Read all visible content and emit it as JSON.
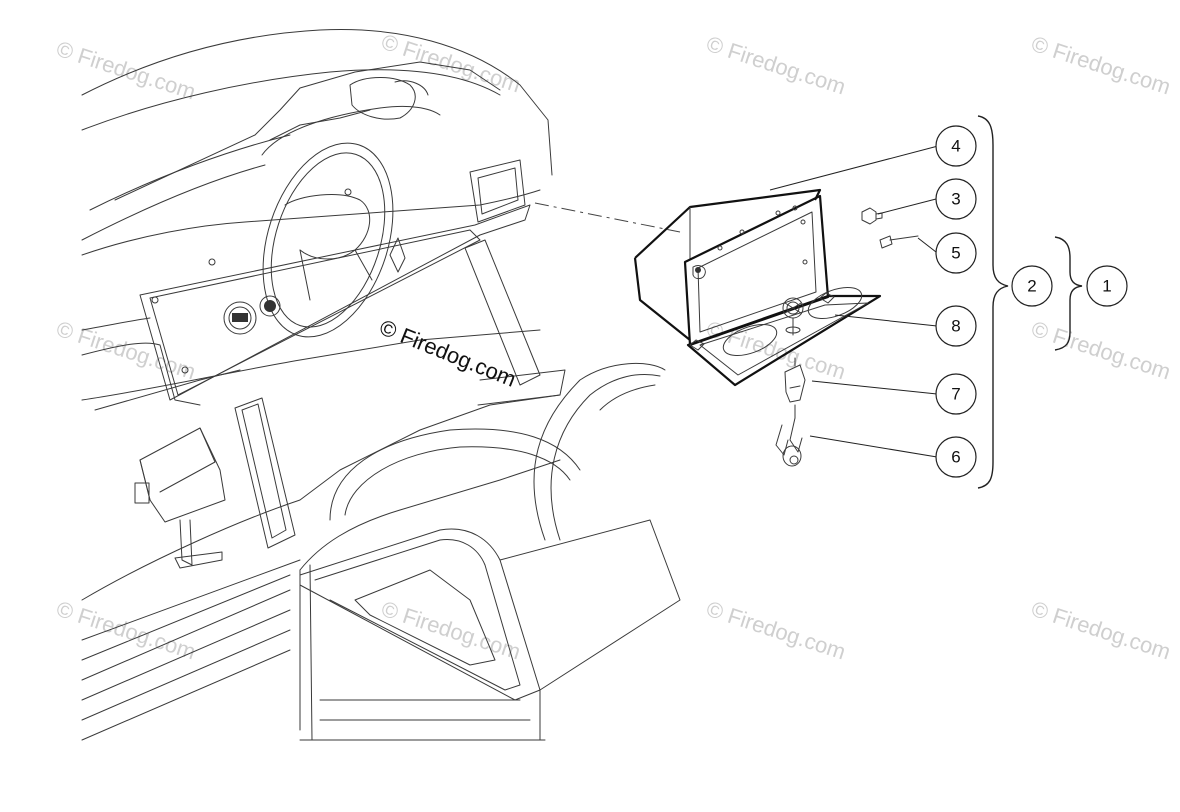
{
  "watermark": {
    "text": "© Firedog.com",
    "center_text": "© Firedog.com"
  },
  "callouts": [
    {
      "id": "4",
      "label": "4"
    },
    {
      "id": "3",
      "label": "3"
    },
    {
      "id": "5",
      "label": "5"
    },
    {
      "id": "8",
      "label": "8"
    },
    {
      "id": "7",
      "label": "7"
    },
    {
      "id": "6",
      "label": "6"
    },
    {
      "id": "2",
      "label": "2"
    },
    {
      "id": "1",
      "label": "1"
    }
  ]
}
